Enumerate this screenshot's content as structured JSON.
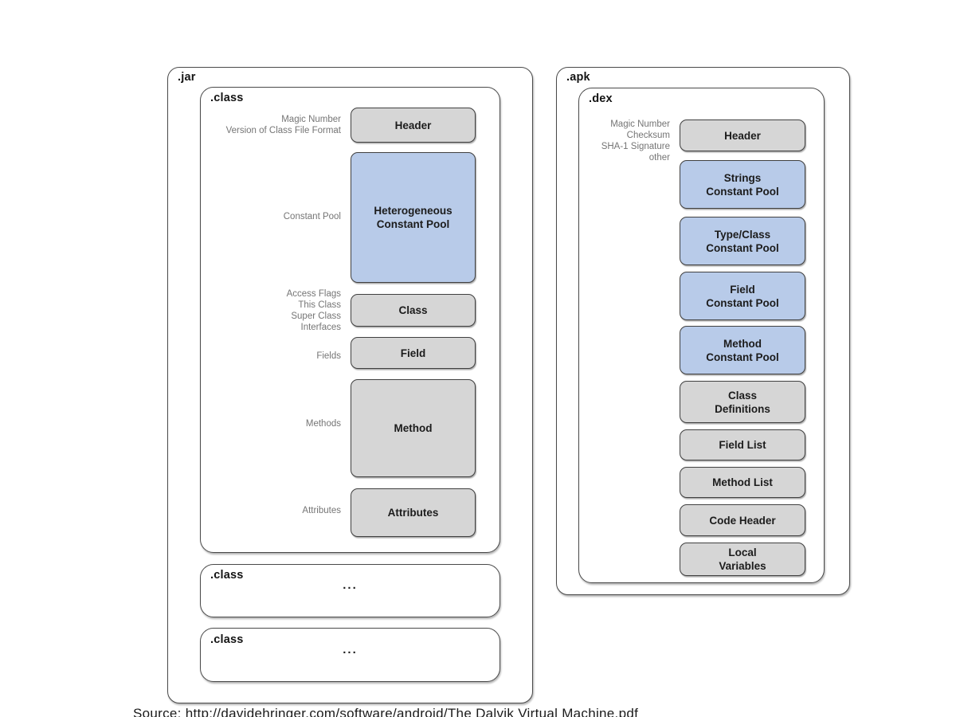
{
  "colors": {
    "box_gray": "#d6d6d6",
    "box_blue": "#b8cbe9",
    "container_border": "#4a4a4a",
    "side_label_gray": "#757575"
  },
  "jar": {
    "label": ".jar",
    "class_file": {
      "label": ".class",
      "side_labels": [
        {
          "text": "Magic Number\nVersion of Class File Format"
        },
        {
          "text": "Constant Pool"
        },
        {
          "text": "Access Flags\nThis Class\nSuper Class\nInterfaces"
        },
        {
          "text": "Fields"
        },
        {
          "text": "Methods"
        },
        {
          "text": "Attributes"
        }
      ],
      "boxes": [
        {
          "label": "Header",
          "variant": "gray"
        },
        {
          "label": "Heterogeneous\nConstant Pool",
          "variant": "blue"
        },
        {
          "label": "Class",
          "variant": "gray"
        },
        {
          "label": "Field",
          "variant": "gray"
        },
        {
          "label": "Method",
          "variant": "gray"
        },
        {
          "label": "Attributes",
          "variant": "gray"
        }
      ]
    },
    "more_classes": [
      {
        "label": ".class",
        "ellipsis": "..."
      },
      {
        "label": ".class",
        "ellipsis": "..."
      }
    ]
  },
  "apk": {
    "label": ".apk",
    "dex": {
      "label": ".dex",
      "side_label": "Magic Number\nChecksum\nSHA-1 Signature\nother",
      "boxes": [
        {
          "label": "Header",
          "variant": "gray"
        },
        {
          "label": "Strings\nConstant Pool",
          "variant": "blue"
        },
        {
          "label": "Type/Class\nConstant Pool",
          "variant": "blue"
        },
        {
          "label": "Field\nConstant Pool",
          "variant": "blue"
        },
        {
          "label": "Method\nConstant Pool",
          "variant": "blue"
        },
        {
          "label": "Class\nDefinitions",
          "variant": "gray"
        },
        {
          "label": "Field List",
          "variant": "gray"
        },
        {
          "label": "Method List",
          "variant": "gray"
        },
        {
          "label": "Code Header",
          "variant": "gray"
        },
        {
          "label": "Local\nVariables",
          "variant": "gray"
        }
      ]
    }
  },
  "footer": {
    "source": "Source: http://davidehringer.com/software/android/The Dalvik Virtual Machine.pdf"
  }
}
